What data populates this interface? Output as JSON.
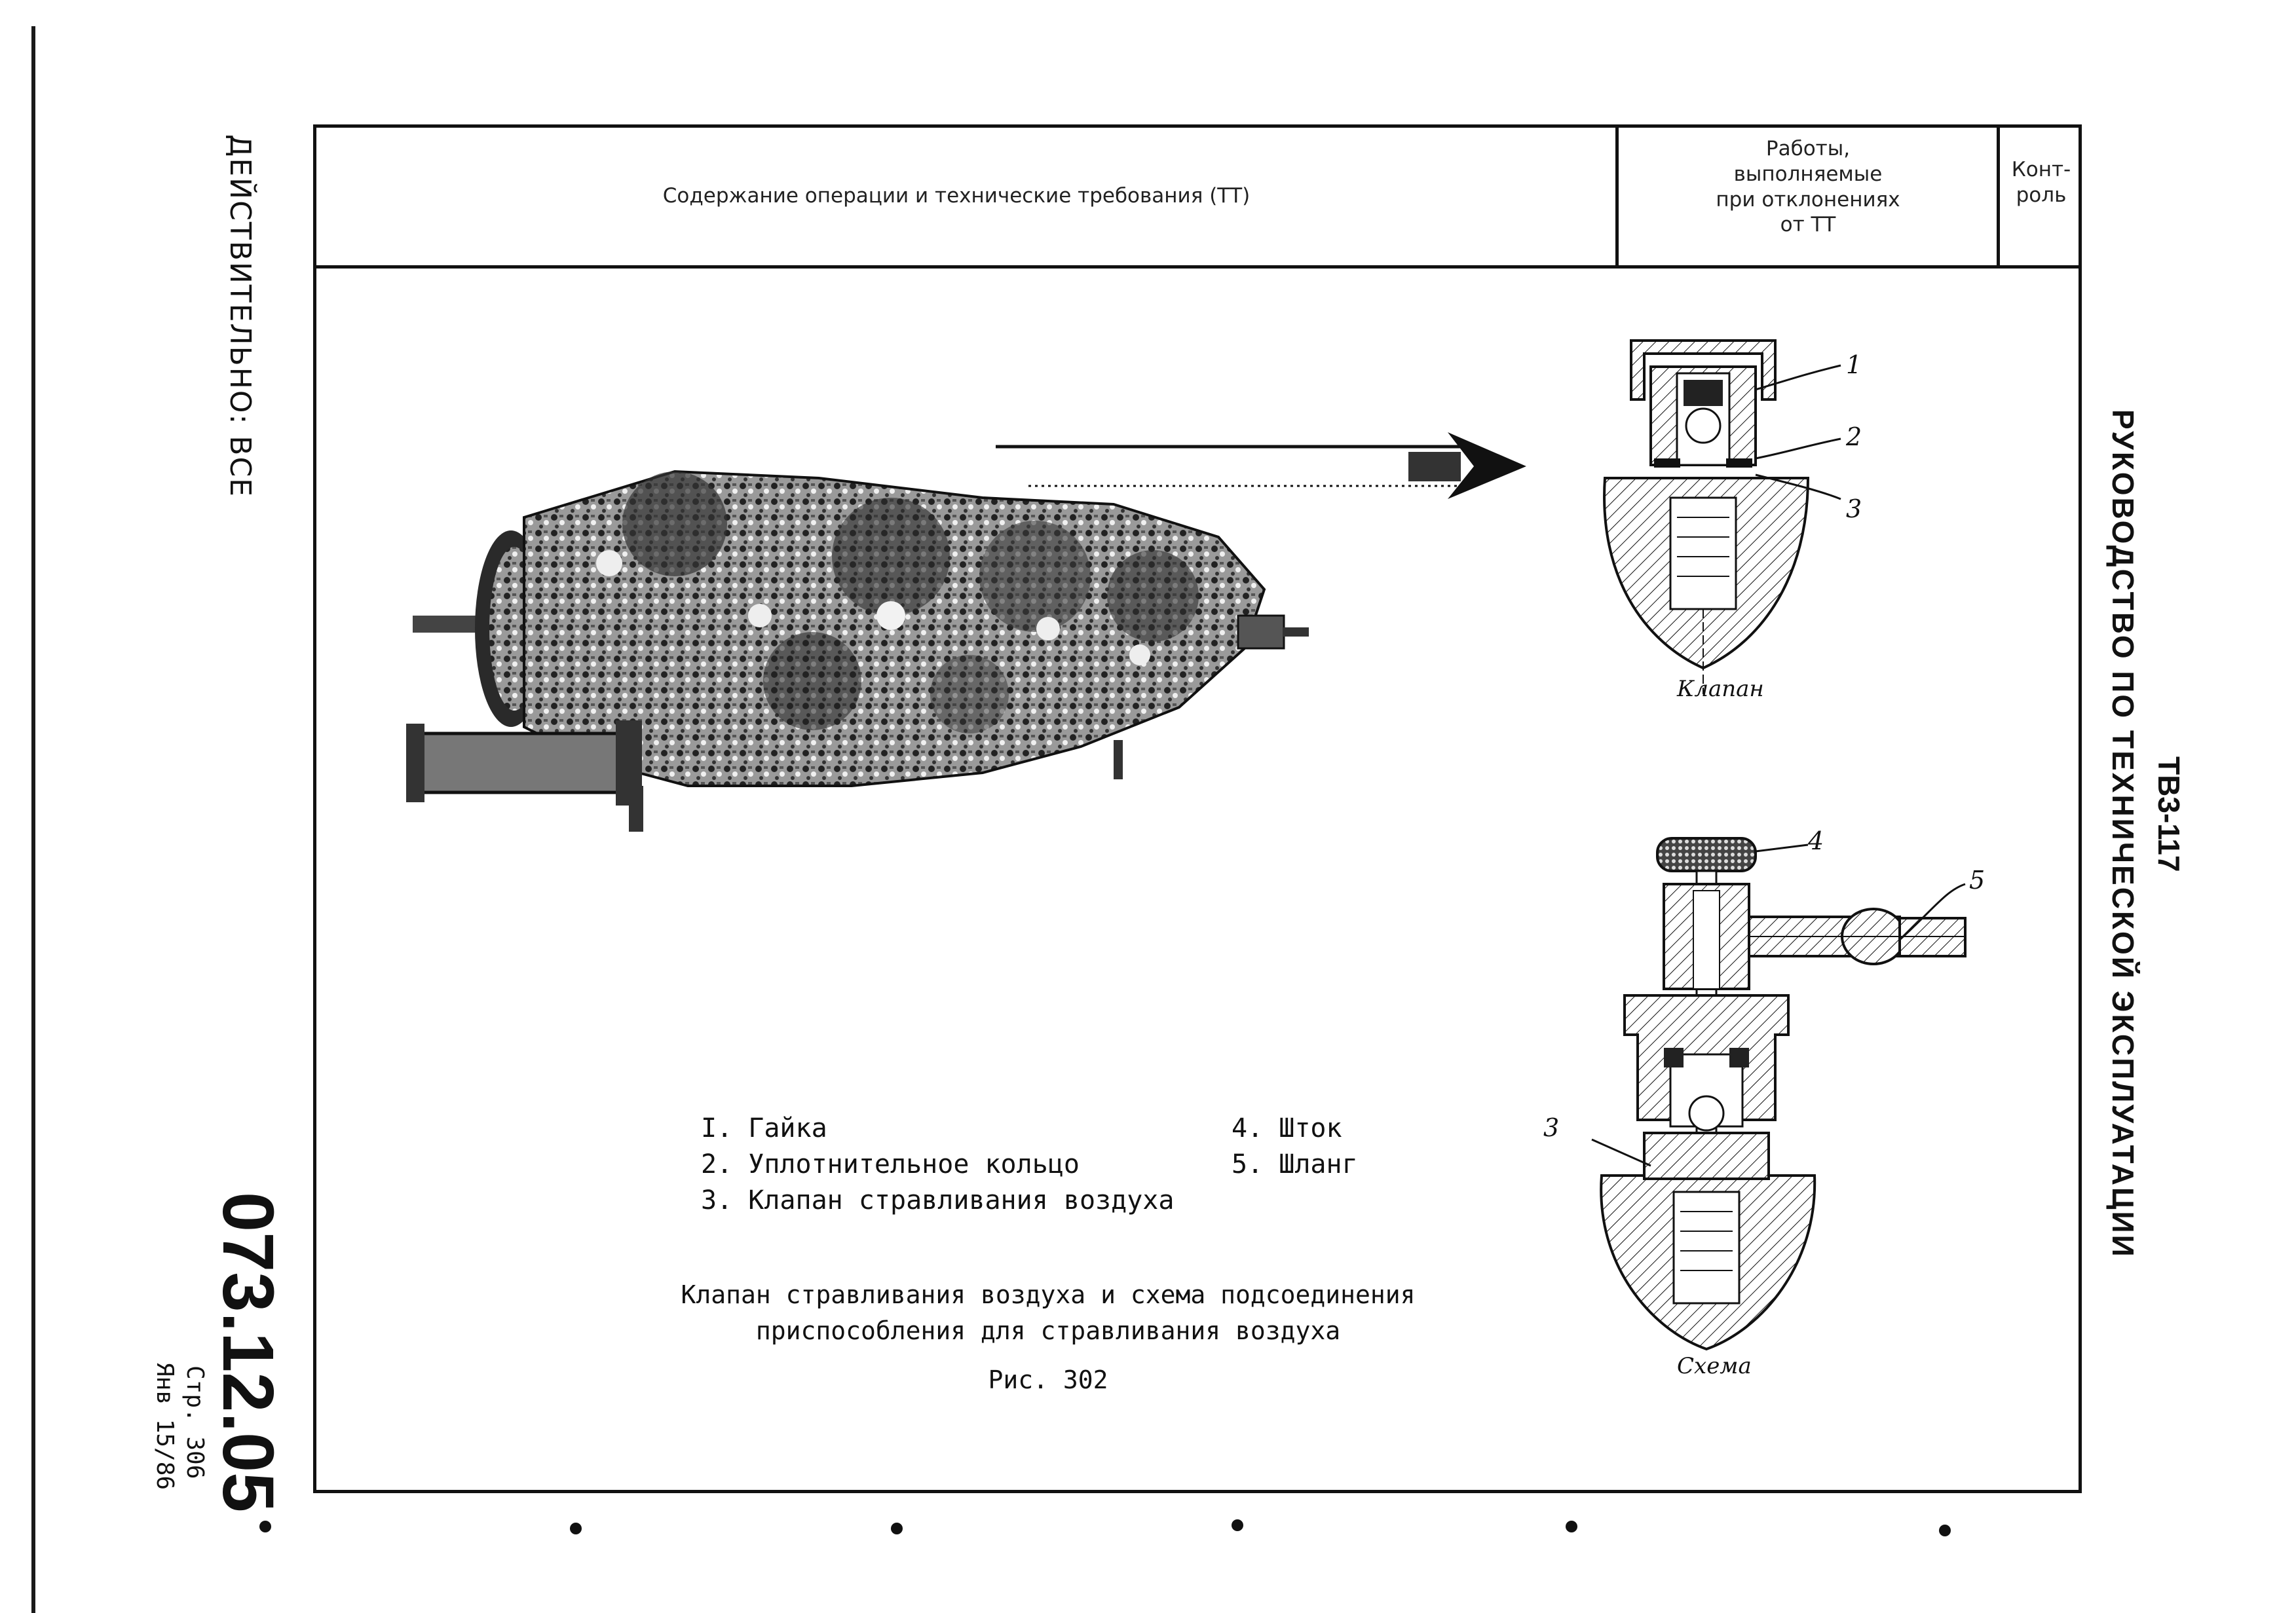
{
  "header": {
    "content_col": "Содержание операции и технические требования (ТТ)",
    "deviation_col": [
      "Работы,",
      "выполняемые",
      "при отклонениях",
      "от ТТ"
    ],
    "control_col": [
      "Конт-",
      "роль"
    ]
  },
  "side_left": {
    "effectivity": "ДЕЙСТВИТЕЛЬНО: ВСЕ",
    "doc_code": "073.12.05",
    "page": "Стр. 306",
    "date": "Янв 15/86"
  },
  "side_right": {
    "model": "ТВ3-117",
    "manual_title": "РУКОВОДСТВО ПО ТЕХНИЧЕСКОЙ ЭКСПЛУАТАЦИИ"
  },
  "legend": {
    "item1": "I. Гайка",
    "item2": "2. Уплотнительное кольцо",
    "item3": "3. Клапан стравливания воздуха",
    "item4": "4. Шток",
    "item5": "5. Шланг"
  },
  "caption": {
    "line1": "Клапан стравливания воздуха и схема подсоединения",
    "line2": "приспособления для стравливания воздуха",
    "figure": "Рис. 302"
  },
  "diagram_labels": {
    "valve": "Клапан",
    "scheme": "Схема",
    "n1": "1",
    "n2": "2",
    "n3": "3",
    "n4": "4",
    "n5": "5",
    "n3b": "3"
  }
}
